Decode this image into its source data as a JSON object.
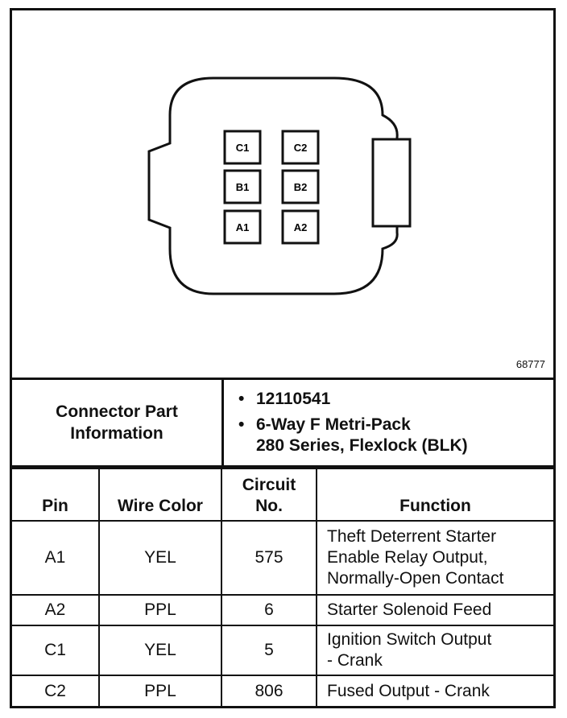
{
  "diagram": {
    "pins": [
      {
        "id": "C1",
        "label": "C1"
      },
      {
        "id": "C2",
        "label": "C2"
      },
      {
        "id": "B1",
        "label": "B1"
      },
      {
        "id": "B2",
        "label": "B2"
      },
      {
        "id": "A1",
        "label": "A1"
      },
      {
        "id": "A2",
        "label": "A2"
      }
    ],
    "ref_number": "68777"
  },
  "connector_info": {
    "label": "Connector Part Information",
    "part_number": "12110541",
    "description_line1": "6-Way F Metri-Pack",
    "description_line2": "280 Series, Flexlock (BLK)"
  },
  "pin_table": {
    "headers": {
      "pin": "Pin",
      "wire_color": "Wire Color",
      "circuit_line1": "Circuit",
      "circuit_line2": "No.",
      "function": "Function"
    },
    "rows": [
      {
        "pin": "A1",
        "wire_color": "YEL",
        "circuit": "575",
        "function_lines": [
          "Theft Deterrent Starter",
          "Enable Relay Output,",
          "Normally-Open Contact"
        ]
      },
      {
        "pin": "A2",
        "wire_color": "PPL",
        "circuit": "6",
        "function_lines": [
          "Starter Solenoid Feed"
        ]
      },
      {
        "pin": "C1",
        "wire_color": "YEL",
        "circuit": "5",
        "function_lines": [
          "Ignition Switch Output",
          "- Crank"
        ]
      },
      {
        "pin": "C2",
        "wire_color": "PPL",
        "circuit": "806",
        "function_lines": [
          "Fused Output - Crank"
        ]
      }
    ]
  }
}
